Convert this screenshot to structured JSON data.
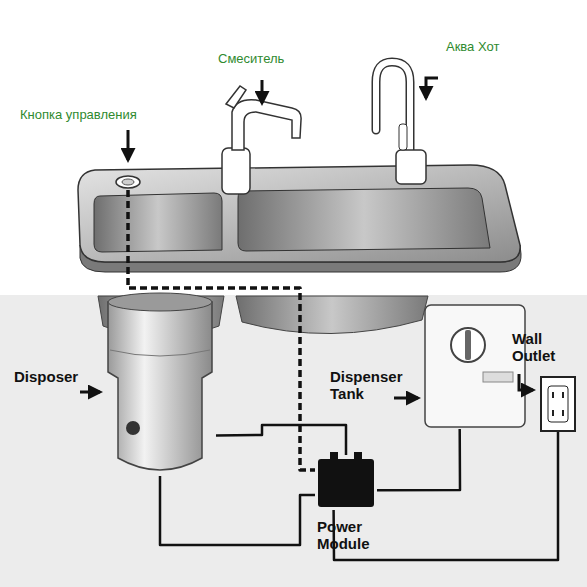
{
  "diagram": {
    "nodes": [
      {
        "text": [
          "Кнопка управления"
        ]
      },
      {
        "text": [
          "Смеситель"
        ]
      },
      {
        "text": [
          "Аква Хот"
        ]
      },
      {
        "text": [
          "Disposer"
        ]
      },
      {
        "text": [
          "Dispenser Tank"
        ]
      },
      {
        "text": [
          "Wall Outlet"
        ]
      },
      {
        "text": [
          "Power Module"
        ]
      }
    ],
    "edges": [
      {
        "from": 0,
        "to": 6,
        "arrow": "none"
      },
      {
        "from": 3,
        "to": 6,
        "arrow": "none"
      },
      {
        "from": 3,
        "to": 6,
        "arrow": "none"
      },
      {
        "from": 4,
        "to": 6,
        "arrow": "none"
      },
      {
        "from": 6,
        "to": 5,
        "arrow": "none"
      }
    ]
  }
}
